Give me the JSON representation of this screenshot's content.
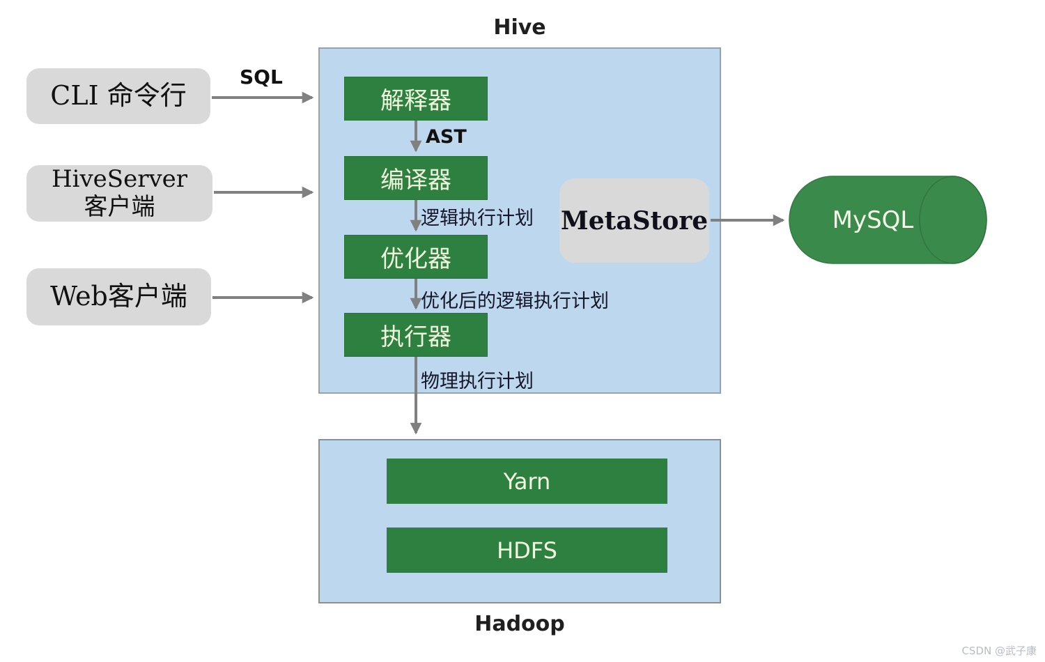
{
  "titles": {
    "hive": "Hive",
    "hadoop": "Hadoop"
  },
  "clients": [
    {
      "id": "cli",
      "lines": [
        "CLI 命令行"
      ]
    },
    {
      "id": "hiveserver",
      "lines": [
        "HiveServer",
        "客户端"
      ]
    },
    {
      "id": "web",
      "lines": [
        "Web客户端"
      ]
    }
  ],
  "edge_labels": {
    "sql": "SQL",
    "ast": "AST",
    "logical_plan": "逻辑执行计划",
    "optimized_plan": "优化后的逻辑执行计划",
    "physical_plan": "物理执行计划"
  },
  "hive": {
    "components": [
      {
        "label": "解释器"
      },
      {
        "label": "编译器"
      },
      {
        "label": "优化器"
      },
      {
        "label": "执行器"
      }
    ],
    "metastore_label": "MetaStore"
  },
  "database": {
    "label": "MySQL"
  },
  "hadoop": {
    "components": [
      {
        "label": "Yarn"
      },
      {
        "label": "HDFS"
      }
    ]
  },
  "watermark": "CSDN @武子康",
  "colors": {
    "panel_blue": "#bdd7ee",
    "box_green": "#2e8040",
    "cylinder_green": "#3a8a4c",
    "client_gray": "#d9d9d9",
    "arrow_gray": "#808080"
  }
}
